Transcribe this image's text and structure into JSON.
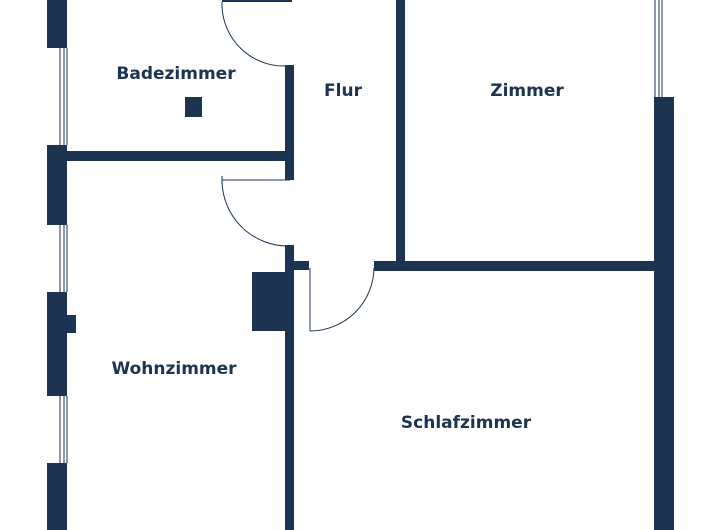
{
  "colors": {
    "wall": "#1c3351",
    "background": "#ffffff",
    "window_line": "#1c3351"
  },
  "rooms": {
    "badezimmer": "Badezimmer",
    "flur": "Flur",
    "zimmer": "Zimmer",
    "wohnzimmer": "Wohnzimmer",
    "schlafzimmer": "Schlafzimmer"
  }
}
